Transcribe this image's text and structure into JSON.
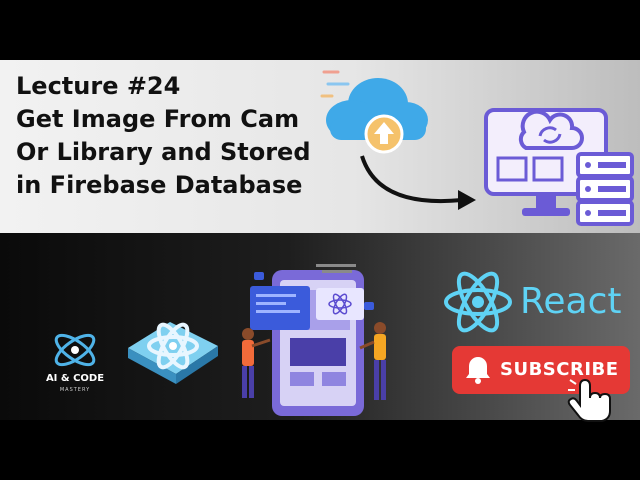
{
  "title_lines": [
    "Lecture #24",
    "Get Image From Cam",
    "Or Library and Stored",
    "in Firebase Database"
  ],
  "react_label": "React",
  "subscribe_label": "SUBSCRIBE",
  "logo": {
    "name": "AI & CODE",
    "tagline": "MASTERY"
  },
  "colors": {
    "cloud": "#3fa9e8",
    "upload_circle": "#f5c26b",
    "server_purple": "#6b5bd6",
    "react_cyan": "#5fd3f5",
    "subscribe_red": "#e53935"
  },
  "icons": [
    "upload-cloud-icon",
    "cloud-server-icon",
    "react-logo-icon",
    "bell-icon",
    "hand-cursor-icon",
    "atom-logo-icon"
  ]
}
